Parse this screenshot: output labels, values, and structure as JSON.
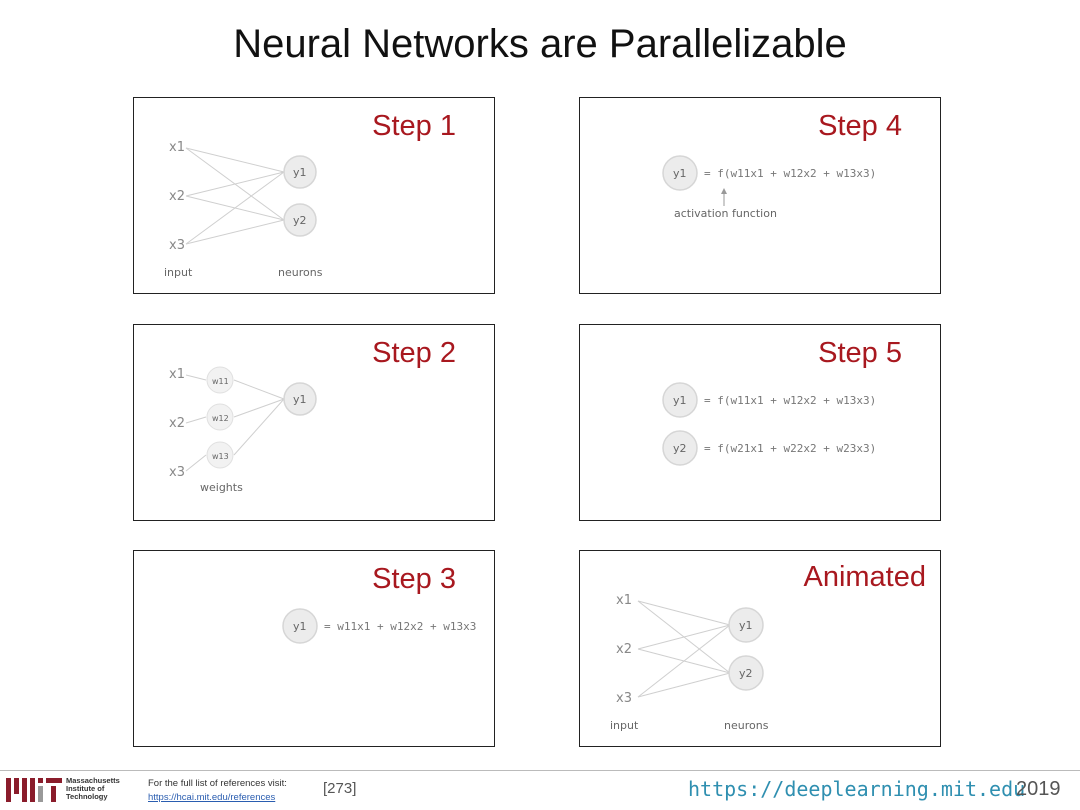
{
  "slide": {
    "title": "Neural Networks are Parallelizable"
  },
  "panels": {
    "step1": {
      "label": "Step 1",
      "x1": "x1",
      "x2": "x2",
      "x3": "x3",
      "y1": "y1",
      "y2": "y2",
      "input_label": "input",
      "neurons_label": "neurons"
    },
    "step2": {
      "label": "Step 2",
      "x1": "x1",
      "x2": "x2",
      "x3": "x3",
      "w11": "w11",
      "w12": "w12",
      "w13": "w13",
      "y1": "y1",
      "weights_label": "weights"
    },
    "step3": {
      "label": "Step 3",
      "y1": "y1",
      "equation": "= w11x1 + w12x2 + w13x3"
    },
    "step4": {
      "label": "Step 4",
      "y1": "y1",
      "equation": "= f(w11x1 + w12x2 + w13x3)",
      "annotation": "activation function"
    },
    "step5": {
      "label": "Step 5",
      "y1": "y1",
      "y2": "y2",
      "eq1": "= f(w11x1 + w12x2 + w13x3)",
      "eq2": "= f(w21x1 + w22x2 + w23x3)"
    },
    "animated": {
      "label": "Animated",
      "x1": "x1",
      "x2": "x2",
      "x3": "x3",
      "y1": "y1",
      "y2": "y2",
      "input_label": "input",
      "neurons_label": "neurons"
    }
  },
  "footer": {
    "institute": [
      "Massachusetts",
      "Institute of",
      "Technology"
    ],
    "ref_text": "For the full list of references visit:",
    "ref_link": "https://hcai.mit.edu/references",
    "ref_number": "[273]",
    "url": "https://deeplearning.mit.edu",
    "year": "2019"
  }
}
